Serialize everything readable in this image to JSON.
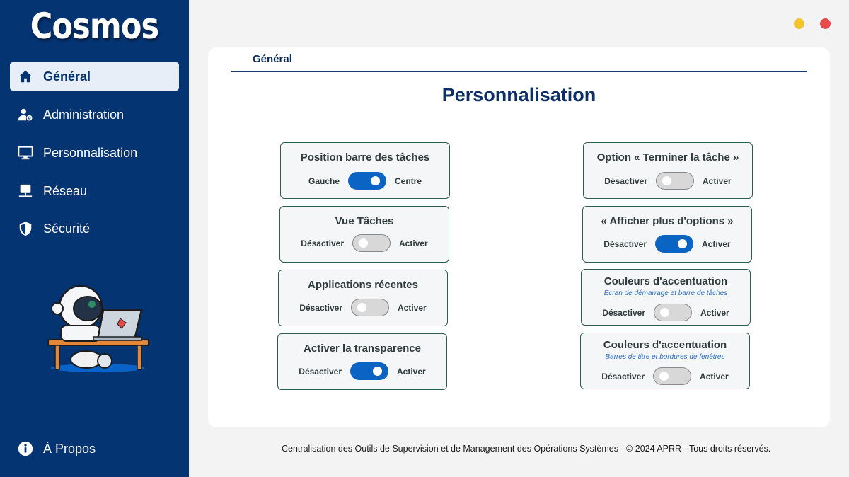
{
  "app": {
    "title": "Cosmos"
  },
  "colors": {
    "sidebar": "#053472",
    "accent": "#0a64c4",
    "minimize_dot": "#f4c52a",
    "close_dot": "#ea4a49"
  },
  "sidebar": {
    "items": [
      {
        "label": "Général",
        "icon": "home-icon",
        "active": true
      },
      {
        "label": "Administration",
        "icon": "user-gear-icon",
        "active": false
      },
      {
        "label": "Personnalisation",
        "icon": "monitor-icon",
        "active": false
      },
      {
        "label": "Réseau",
        "icon": "network-icon",
        "active": false
      },
      {
        "label": "Sécurité",
        "icon": "shield-icon",
        "active": false
      }
    ],
    "about": {
      "label": "À Propos",
      "icon": "info-icon"
    }
  },
  "main": {
    "tab": "Général",
    "title": "Personnalisation",
    "options_left": [
      {
        "label": "Position barre des tâches",
        "off_label": "Gauche",
        "on_label": "Centre",
        "state": true
      },
      {
        "label": "Vue Tâches",
        "off_label": "Désactiver",
        "on_label": "Activer",
        "state": false
      },
      {
        "label": "Applications récentes",
        "off_label": "Désactiver",
        "on_label": "Activer",
        "state": false
      },
      {
        "label": "Activer la transparence",
        "off_label": "Désactiver",
        "on_label": "Activer",
        "state": true
      }
    ],
    "options_right": [
      {
        "label": "Option « Terminer la tâche »",
        "off_label": "Désactiver",
        "on_label": "Activer",
        "state": false
      },
      {
        "label": "« Afficher plus d'options »",
        "off_label": "Désactiver",
        "on_label": "Activer",
        "state": true
      },
      {
        "label": "Couleurs d'accentuation",
        "subtitle": "Écran de démarrage et barre de tâches",
        "off_label": "Désactiver",
        "on_label": "Activer",
        "state": false
      },
      {
        "label": "Couleurs d'accentuation",
        "subtitle": "Barres de titre et bordures de fenêtres",
        "off_label": "Désactiver",
        "on_label": "Activer",
        "state": false
      }
    ]
  },
  "footer": {
    "text": "Centralisation des Outils de Supervision et de Management des Opérations Systèmes - © 2024 APRR - Tous droits réservés."
  }
}
